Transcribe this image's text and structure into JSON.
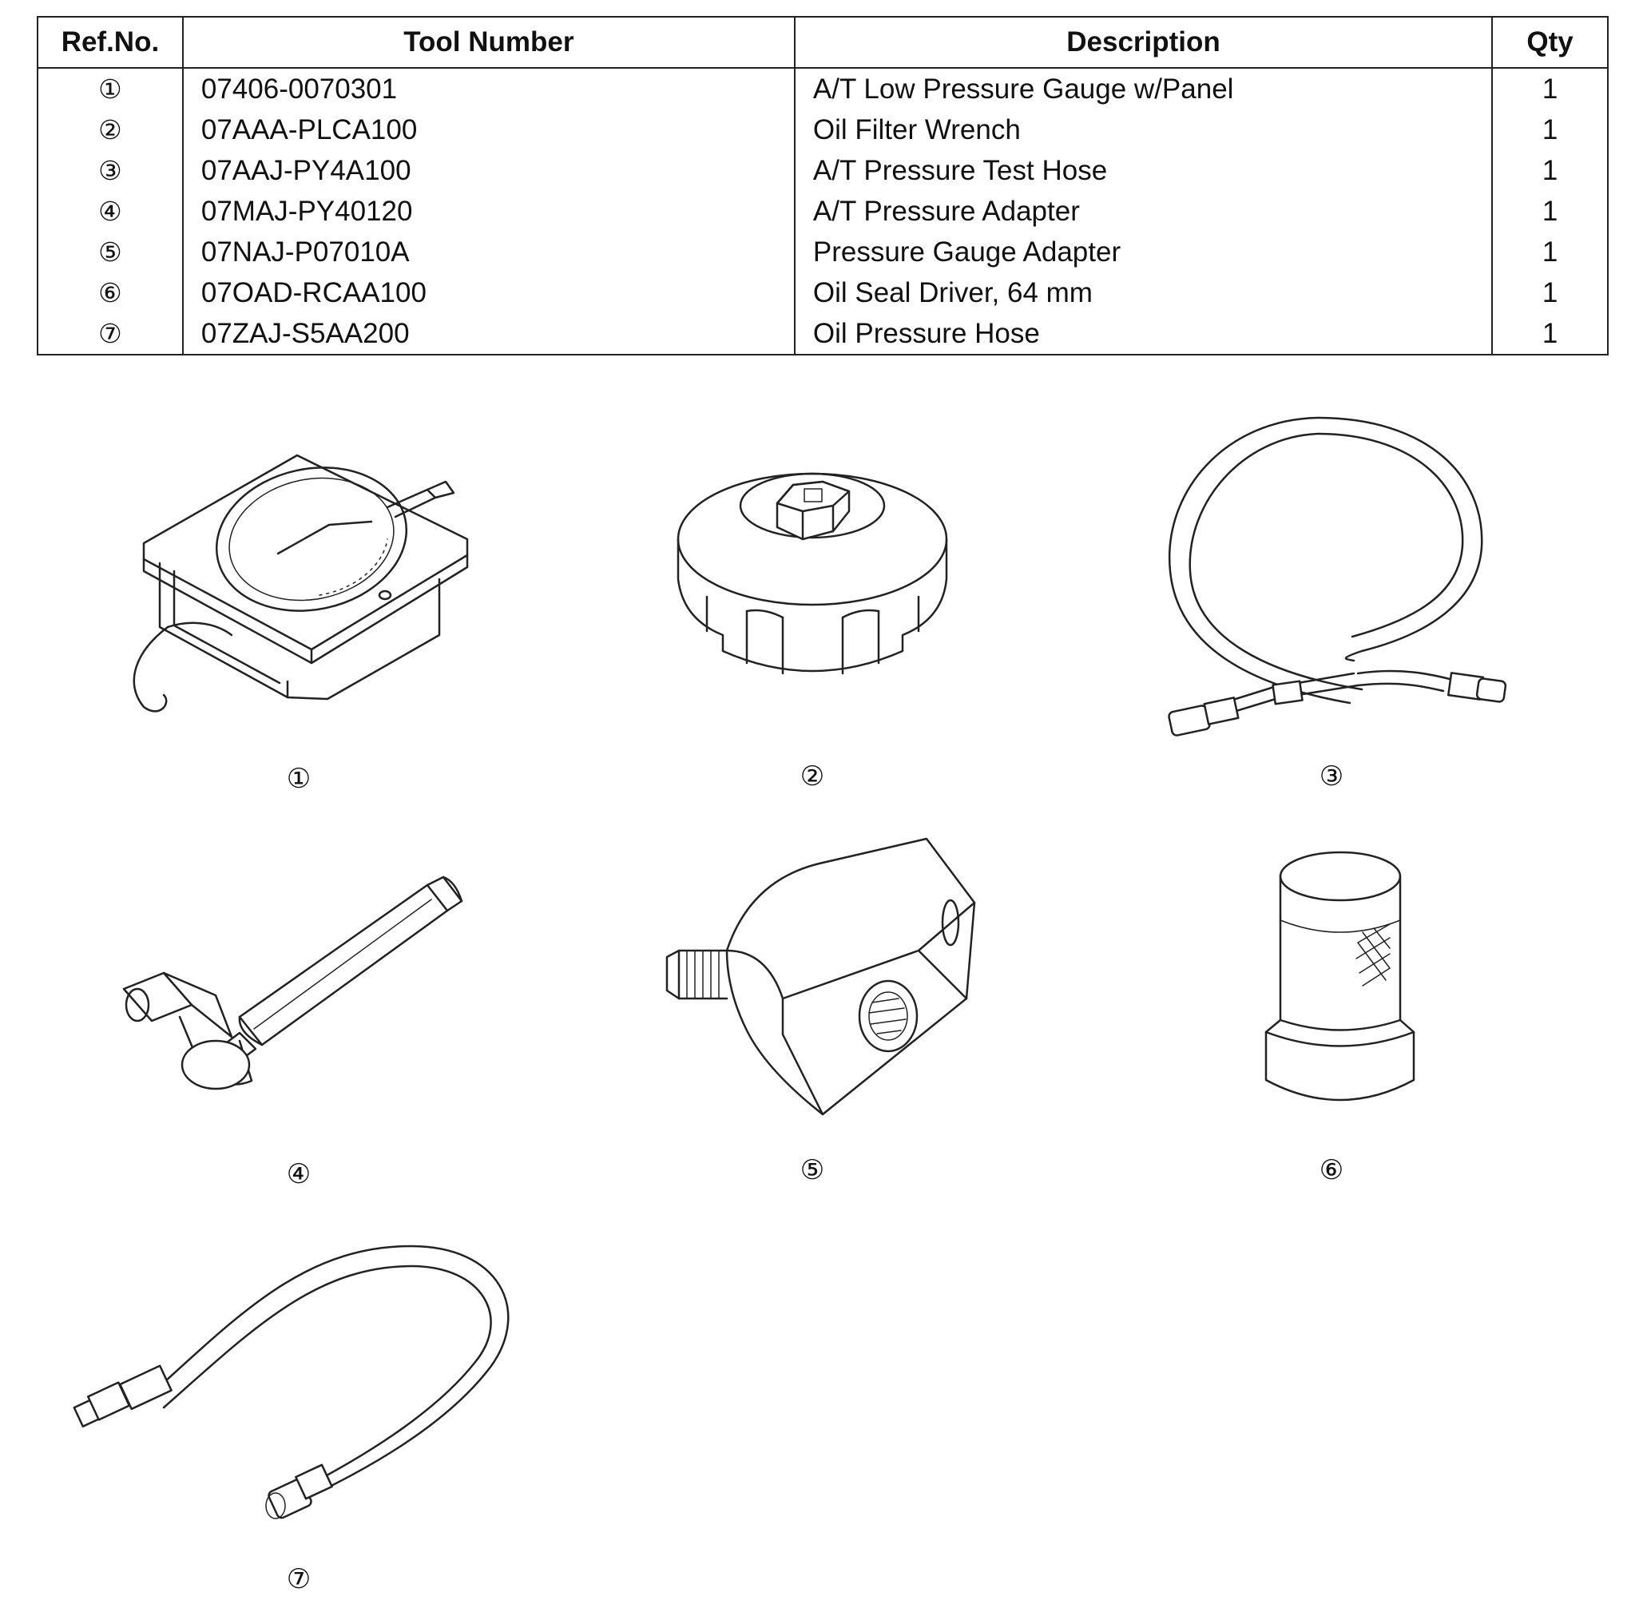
{
  "table": {
    "headers": {
      "ref_no": "Ref.No.",
      "tool_number": "Tool Number",
      "description": "Description",
      "qty": "Qty"
    },
    "rows": [
      {
        "ref": "①",
        "tool_number": "07406-0070301",
        "description": "A/T Low Pressure Gauge w/Panel",
        "qty": "1"
      },
      {
        "ref": "②",
        "tool_number": "07AAA-PLCA100",
        "description": "Oil Filter Wrench",
        "qty": "1"
      },
      {
        "ref": "③",
        "tool_number": "07AAJ-PY4A100",
        "description": "A/T Pressure Test Hose",
        "qty": "1"
      },
      {
        "ref": "④",
        "tool_number": "07MAJ-PY40120",
        "description": "A/T Pressure Adapter",
        "qty": "1"
      },
      {
        "ref": "⑤",
        "tool_number": "07NAJ-P07010A",
        "description": "Pressure Gauge Adapter",
        "qty": "1"
      },
      {
        "ref": "⑥",
        "tool_number": "07OAD-RCAA100",
        "description": "Oil Seal Driver, 64 mm",
        "qty": "1"
      },
      {
        "ref": "⑦",
        "tool_number": "07ZAJ-S5AA200",
        "description": "Oil Pressure Hose",
        "qty": "1"
      }
    ]
  },
  "figures": [
    {
      "caption": "①",
      "depicts": "pressure-gauge-panel"
    },
    {
      "caption": "②",
      "depicts": "oil-filter-wrench"
    },
    {
      "caption": "③",
      "depicts": "pressure-test-hose"
    },
    {
      "caption": "④",
      "depicts": "pressure-adapter"
    },
    {
      "caption": "⑤",
      "depicts": "pressure-gauge-adapter"
    },
    {
      "caption": "⑥",
      "depicts": "oil-seal-driver"
    },
    {
      "caption": "⑦",
      "depicts": "oil-pressure-hose"
    }
  ]
}
